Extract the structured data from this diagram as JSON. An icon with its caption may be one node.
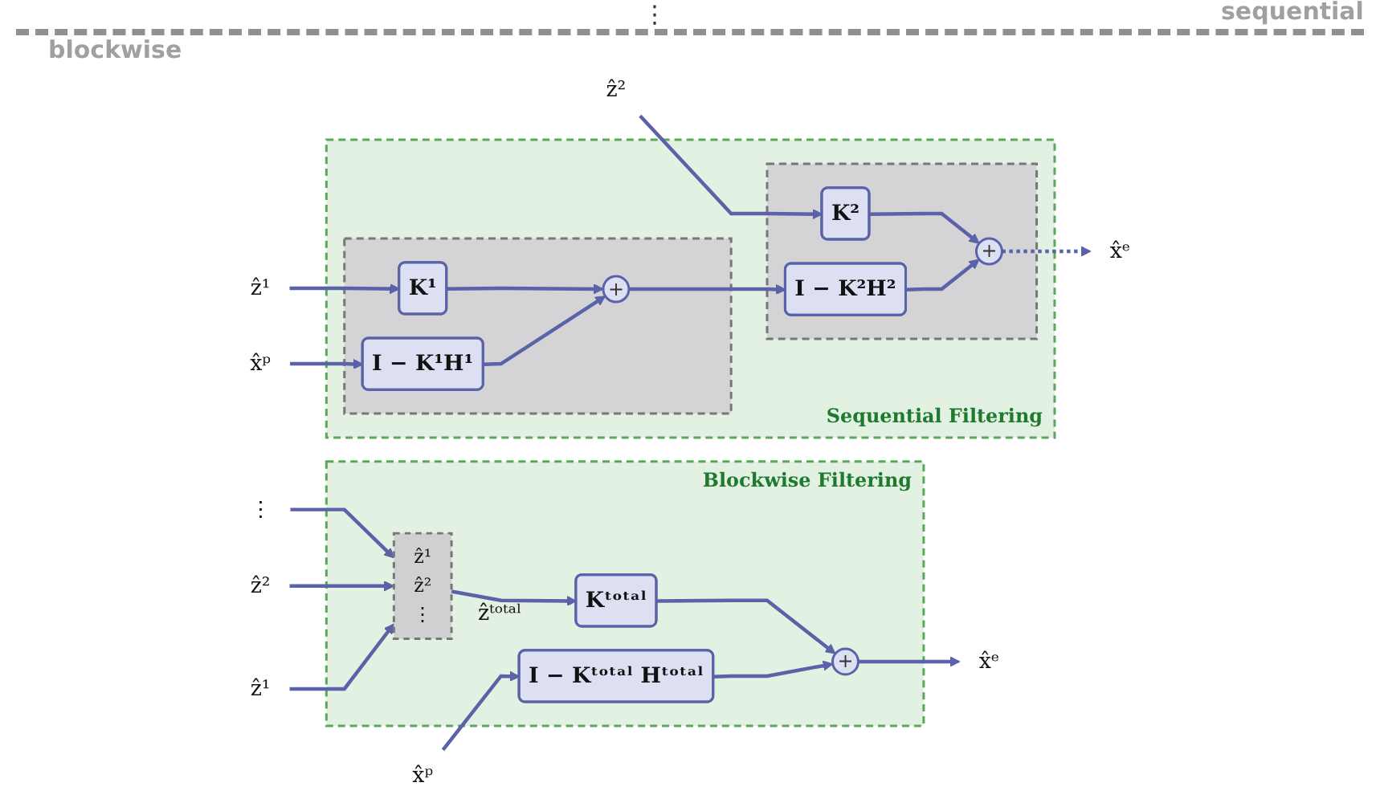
{
  "diagram": {
    "nodes": [
      {
        "text": [
          "ẑ²"
        ]
      },
      {
        "text": [
          "ẑ¹"
        ]
      },
      {
        "text": [
          "x̂ᵖ"
        ]
      },
      {
        "text": [
          "Sequential Filtering"
        ]
      },
      {
        "text": [],
        "shape": "box",
        "in": 3
      },
      {
        "text": [
          "K¹"
        ],
        "in": 4
      },
      {
        "text": [
          "I − K¹H¹"
        ],
        "in": 4
      },
      {
        "text": [
          "+"
        ],
        "in": 4
      },
      {
        "text": [],
        "shape": "box",
        "in": 3
      },
      {
        "text": [
          "K²"
        ],
        "in": 8
      },
      {
        "text": [
          "I − K²H²"
        ],
        "in": 8
      },
      {
        "text": [
          "+"
        ],
        "in": 8
      },
      {
        "text": [
          "x̂ᵉ"
        ]
      },
      {
        "text": [
          "Blockwise Filtering"
        ]
      },
      {
        "text": [
          "⋮"
        ]
      },
      {
        "text": [
          "ẑ²"
        ]
      },
      {
        "text": [
          "ẑ¹"
        ]
      },
      {
        "text": [
          "x̂ᵖ"
        ]
      },
      {
        "text": [
          "ẑ¹",
          "ẑ²",
          "⋮"
        ],
        "beside": [
          "ẑᵗᵒᵗᵃˡ"
        ],
        "in": 13
      },
      {
        "text": [
          "Kᵗᵒᵗᵃˡ"
        ],
        "in": 13
      },
      {
        "text": [
          "I − Kᵗᵒᵗᵃˡ Hᵗᵒᵗᵃˡ"
        ],
        "in": 13
      },
      {
        "text": [
          "+"
        ],
        "in": 13
      },
      {
        "text": [
          "x̂ᵉ"
        ]
      }
    ],
    "edges": [
      {
        "from": 0,
        "to": 9,
        "arrow": "to"
      },
      {
        "from": 1,
        "to": 5,
        "arrow": "to"
      },
      {
        "from": 2,
        "to": 6,
        "arrow": "to"
      },
      {
        "from": 5,
        "to": 7,
        "arrow": "to"
      },
      {
        "from": 6,
        "to": 7,
        "arrow": "to"
      },
      {
        "from": 7,
        "to": 10,
        "arrow": "to"
      },
      {
        "from": 9,
        "to": 11,
        "arrow": "to"
      },
      {
        "from": 10,
        "to": 11,
        "arrow": "to"
      },
      {
        "from": 11,
        "to": 12,
        "arrow": "to",
        "style": "dashed"
      },
      {
        "from": 14,
        "to": 18,
        "arrow": "to"
      },
      {
        "from": 15,
        "to": 18,
        "arrow": "to"
      },
      {
        "from": 16,
        "to": 18,
        "arrow": "to"
      },
      {
        "from": 18,
        "to": 19,
        "arrow": "to"
      },
      {
        "from": 19,
        "to": 21,
        "arrow": "to"
      },
      {
        "from": 17,
        "to": 20,
        "arrow": "to"
      },
      {
        "from": 20,
        "to": 21,
        "arrow": "to"
      },
      {
        "from": 21,
        "to": 22,
        "arrow": "to"
      }
    ],
    "labels": [
      "⋮",
      "sequential",
      "blockwise"
    ]
  }
}
